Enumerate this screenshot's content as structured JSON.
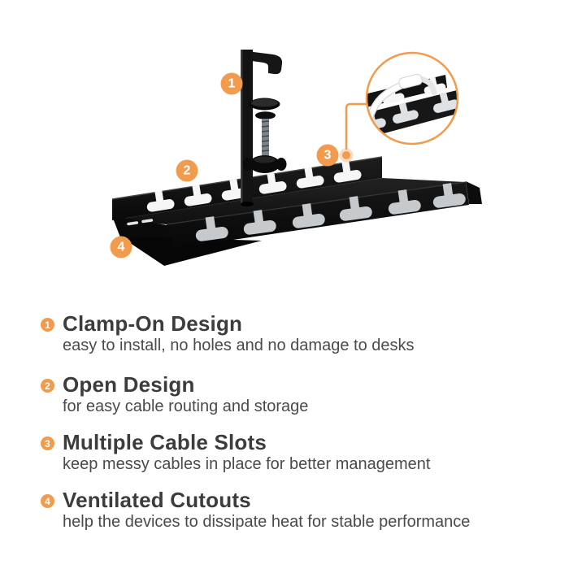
{
  "colors": {
    "accent": "#F09B4D",
    "title_color": "#3C3C3C",
    "body_color": "#4A4A4A",
    "page_bg": "#FFFFFF",
    "product_black": "#111111",
    "back_slot_light": "#F6F6F6",
    "front_slot_gray": "#C6CACD"
  },
  "illustration": {
    "alt": "Black under-desk clamp-on cable management tray with numbered callouts",
    "detail_alt": "Magnified view of cable slots holding a white cable"
  },
  "features": [
    {
      "number": "1",
      "title": "Clamp-On Design",
      "description": "easy to install, no holes and no damage to desks"
    },
    {
      "number": "2",
      "title": "Open Design",
      "description": "for easy cable routing and storage"
    },
    {
      "number": "3",
      "title": "Multiple Cable Slots",
      "description": "keep messy cables in place for better management"
    },
    {
      "number": "4",
      "title": "Ventilated Cutouts",
      "description": "help the devices to dissipate heat for stable performance"
    }
  ]
}
